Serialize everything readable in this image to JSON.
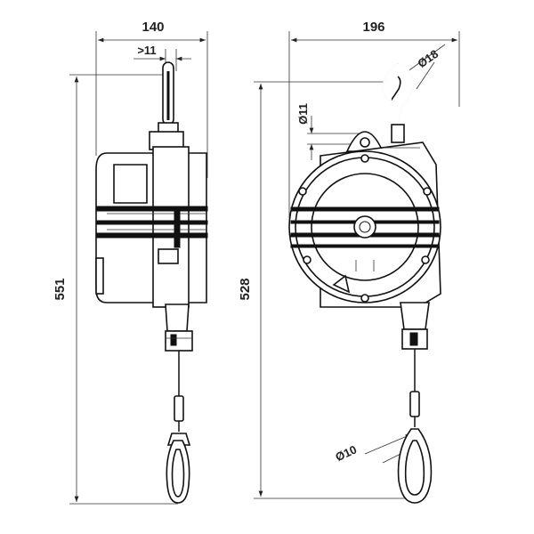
{
  "title": "Spring balancer dimension drawing",
  "side_view": {
    "width_label": "140",
    "offset_label": ">11",
    "height_label": "551"
  },
  "front_view": {
    "width_label": "196",
    "hook_diameter_label": "Ø18",
    "eye_diameter_label": "Ø11",
    "height_label": "528",
    "cable_diameter_label": "Ø10"
  }
}
